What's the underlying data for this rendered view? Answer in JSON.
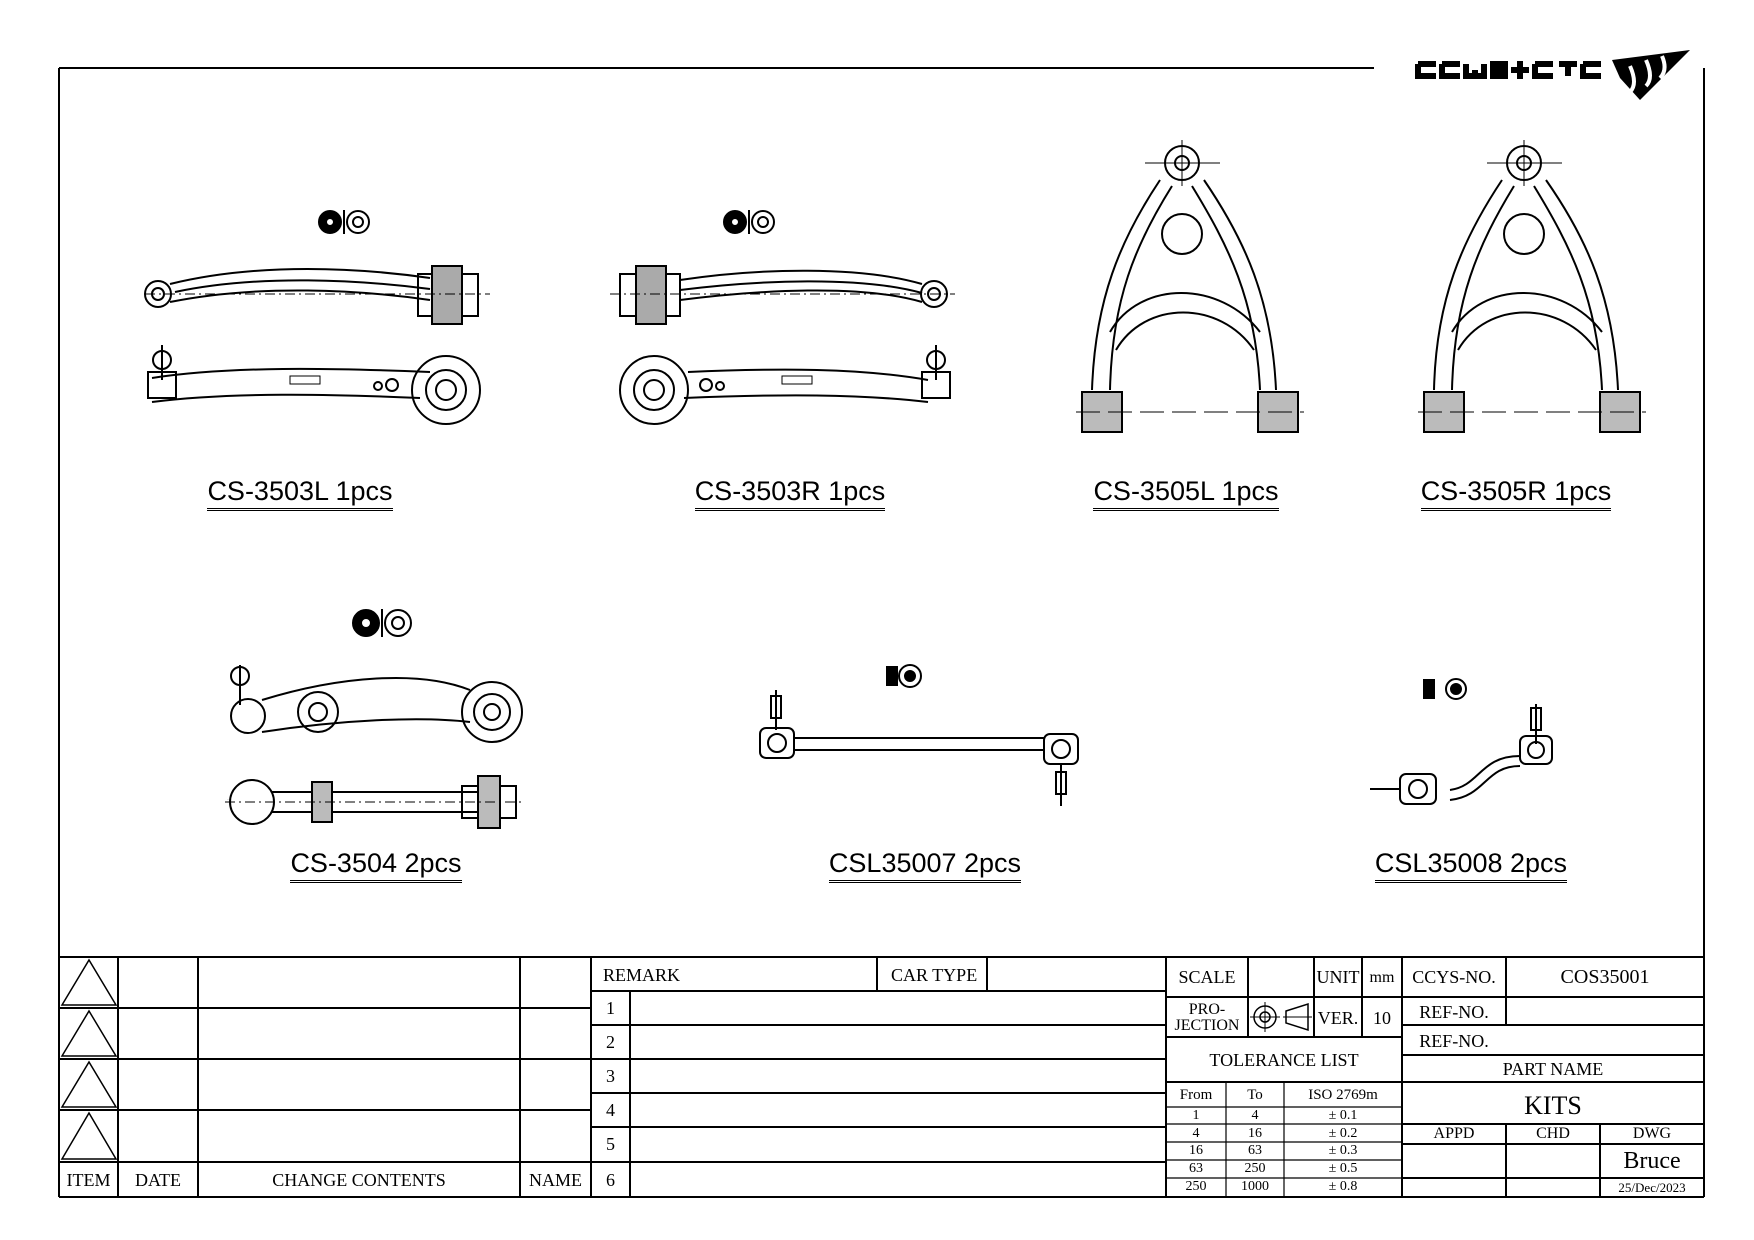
{
  "brand": {
    "logo_text": "CCYS+CTC"
  },
  "parts": [
    {
      "label": "CS-3503L 1pcs"
    },
    {
      "label": "CS-3503R 1pcs"
    },
    {
      "label": "CS-3505L 1pcs"
    },
    {
      "label": "CS-3505R 1pcs"
    },
    {
      "label": "CS-3504 2pcs"
    },
    {
      "label": "CSL35007 2pcs"
    },
    {
      "label": "CSL35008 2pcs"
    }
  ],
  "revision_table": {
    "headers": {
      "item": "ITEM",
      "date": "DATE",
      "change": "CHANGE CONTENTS",
      "name": "NAME"
    }
  },
  "remark_table": {
    "remark_label": "REMARK",
    "car_type_label": "CAR TYPE",
    "car_type_value": "",
    "rows": [
      "1",
      "2",
      "3",
      "4",
      "5",
      "6"
    ]
  },
  "title_block": {
    "scale_label": "SCALE",
    "scale_value": "",
    "unit_label": "UNIT",
    "unit_value": "mm",
    "projection_label_1": "PRO-",
    "projection_label_2": "JECTION",
    "ver_label": "VER.",
    "ver_value": "10",
    "ccys_no_label": "CCYS-NO.",
    "ccys_no_value": "COS35001",
    "ref_no_label_1": "REF-NO.",
    "ref_no_label_2": "REF-NO.",
    "ref_no_value_1": "",
    "ref_no_value_2": "",
    "part_name_label": "PART NAME",
    "part_name_value": "KITS",
    "appd_label": "APPD",
    "chd_label": "CHD",
    "dwg_label": "DWG",
    "dwg_value": "Bruce",
    "date_value": "25/Dec/2023"
  },
  "tolerance": {
    "title": "TOLERANCE LIST",
    "headers": [
      "From",
      "To",
      "ISO 2769m"
    ],
    "rows": [
      [
        "1",
        "4",
        "± 0.1"
      ],
      [
        "4",
        "16",
        "± 0.2"
      ],
      [
        "16",
        "63",
        "± 0.3"
      ],
      [
        "63",
        "250",
        "± 0.5"
      ],
      [
        "250",
        "1000",
        "± 0.8"
      ]
    ]
  }
}
